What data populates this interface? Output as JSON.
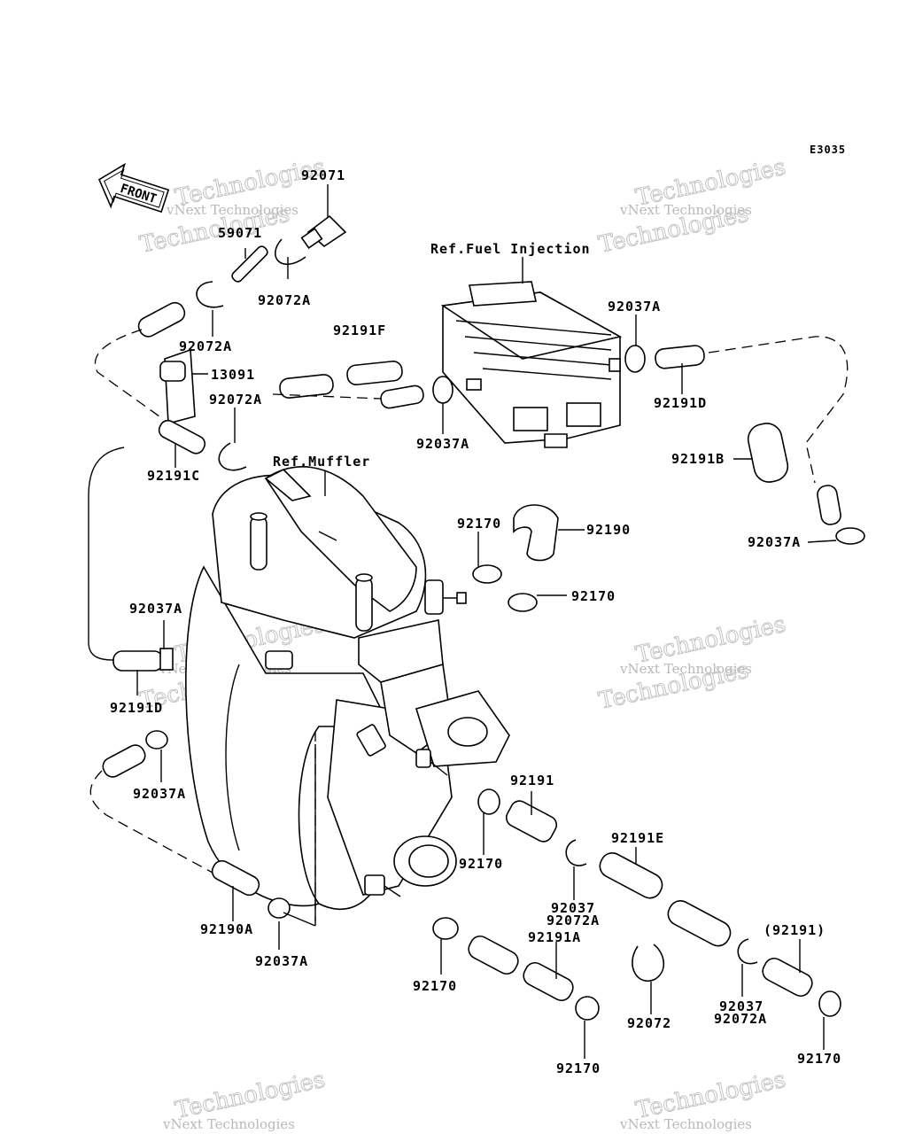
{
  "diagram_code": "E3035",
  "front_arrow": "FRONT",
  "refs": {
    "fuel_injection": "Ref.Fuel Injection",
    "muffler": "Ref.Muffler"
  },
  "parts": {
    "p92071": "92071",
    "p59071": "59071",
    "p92072A_top": "92072A",
    "p92072A_left": "92072A",
    "p13091": "13091",
    "p92072A_mid": "92072A",
    "p92191F": "92191F",
    "p92191C": "92191C",
    "p92037A_ecu1": "92037A",
    "p92037A_ecu2": "92037A",
    "p92191D_right": "92191D",
    "p92191B": "92191B",
    "p92037A_right": "92037A",
    "p92170_a": "92170",
    "p92190": "92190",
    "p92170_b": "92170",
    "p92037A_left": "92037A",
    "p92191D_left": "92191D",
    "p92037A_left2": "92037A",
    "p92191": "92191",
    "p92170_c": "92170",
    "p92191E": "92191E",
    "p92037_a": "92037",
    "p92072A_a": "92072A",
    "p92191A": "92191A",
    "p92191_paren": "(92191)",
    "p92190A": "92190A",
    "p92037A_bottom": "92037A",
    "p92170_d": "92170",
    "p92072": "92072",
    "p92037_b": "92037",
    "p92072A_b": "92072A",
    "p92170_e": "92170",
    "p92170_f": "92170"
  },
  "watermark": {
    "line1": "vNext Technologies",
    "line2": "Technologies"
  }
}
